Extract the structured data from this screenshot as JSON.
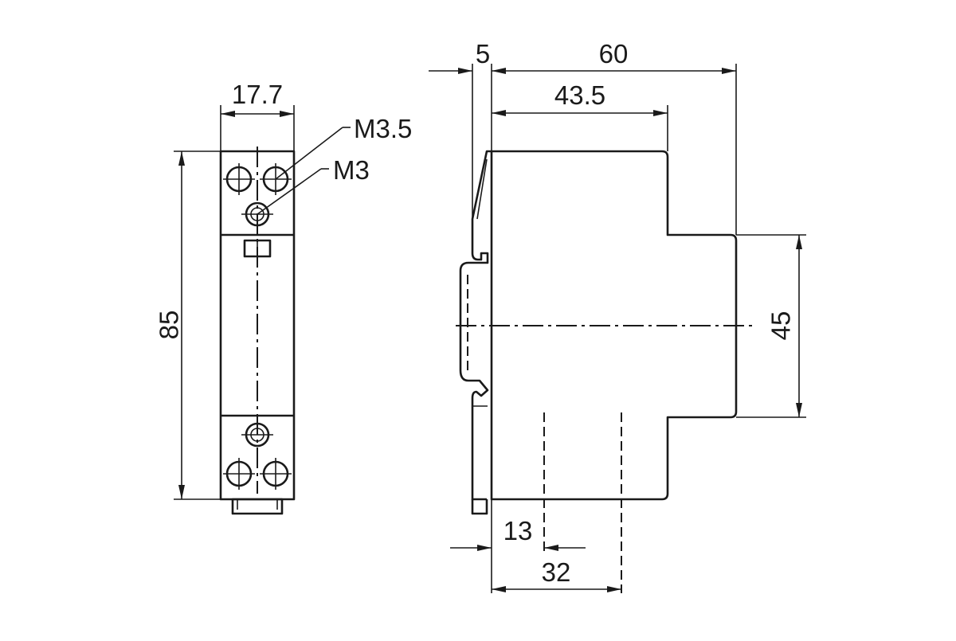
{
  "front_view": {
    "width_label": "17.7",
    "height_label": "85",
    "screw_large_label": "M3.5",
    "screw_small_label": "M3"
  },
  "side_view": {
    "rail_offset_label": "5",
    "depth_label": "60",
    "shoulder_depth_label": "43.5",
    "front_height_label": "45",
    "terminal_offset_label": "13",
    "terminal_spacing_label": "32"
  },
  "colors": {
    "ink": "#1a1a1a",
    "paper": "#ffffff"
  }
}
